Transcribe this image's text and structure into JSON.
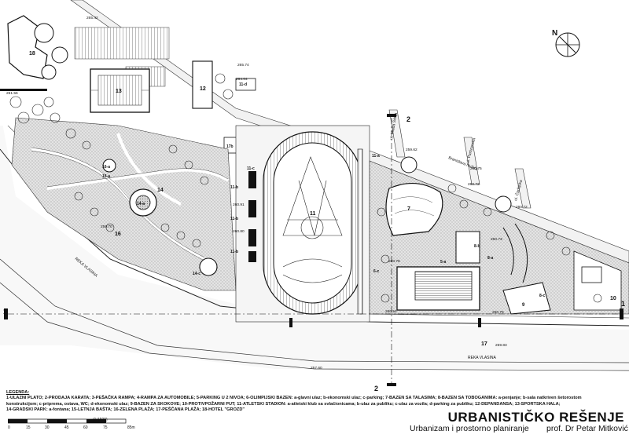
{
  "plan": {
    "north_label": "N",
    "zones": {
      "z1_left": "1",
      "z1_right": "1",
      "z2_top": "2",
      "z2_bottom": "2",
      "z7": "7",
      "z11": "11",
      "z12": "12",
      "z13": "13",
      "z16": "16",
      "z17": "17",
      "z18": "18",
      "z10": "10",
      "z14": "14",
      "z14a": "14-a",
      "z16a": "16-a",
      "z16a2": "16-a",
      "z14c": "14-c",
      "z11a": "11-a",
      "z11b1": "11-b",
      "z11b2": "11-b",
      "z11b3": "11-b",
      "z11c": "11-c",
      "z11d": "11-d",
      "z6c": "6-c",
      "z8a": "8-a",
      "z8b": "8-b",
      "z8c": "8-c",
      "z9": "9",
      "z5a": "5-a",
      "z17b": "17b"
    },
    "elevations": [
      "265.42",
      "265.74",
      "264.04",
      "261.56",
      "260.91",
      "260.80",
      "259.70",
      "259.62",
      "260.75",
      "260.72",
      "260.72",
      "260.73",
      "260.78",
      "260.54",
      "260.75",
      "259.83",
      "257.60"
    ],
    "streets": {
      "river_left": "REKA VLASINA",
      "river_bottom": "REKA VLASINA",
      "street_1": "ul. Mlada Srbija",
      "street_2": "ul. Partizanska",
      "street_3": "Branislava Nušića",
      "street_4": "ul. Čaršijska"
    }
  },
  "legend": {
    "heading": "LEGENDA:",
    "line1": "1-ULAZNI PLATO; 2-PRODAJA KARATA; 3-PEŠAČKA RAMPA; 4-RAMPA ZA AUTOMOBILE; 5-PARKING U 2 NIVOA; 6-OLIMPIJSKI BAZEN: a-glavni ulaz; b-ekonomski ulaz; c-parking; 7-BAZEN SA TALASIMA; 8-BAZEN SA TOBOGANIMA: a-penjanje; b-sala natkriven šetorostom",
    "line2": "konstrukcijom; c-priprema, ostava, WC; d-ekonomski ulaz; 9-BAZEN ZA SKOKOVE; 10-PROTIVPOŽARNI PUT; 11-ATLETSKI STADION: a-atletski klub sa svlačionicama; b-ulaz za publiku; c-ulaz za vozila; d-parking za publiku; 12-DEPANDANSA; 13-SPORTSKA HALA;",
    "line3": "14-GRADSKI PARK: a-fontana; 15-LETNJA BAŠTA; 16-ZELENA PLAŽA; 17-PEŠČANA PLAŽA; 18-HOTEL \"GROZD\""
  },
  "scale": {
    "ticks": [
      "0",
      "15",
      "30",
      "45",
      "60",
      "75"
    ],
    "ratio": "(1:1500)",
    "unit": "85m"
  },
  "title": "URBANISTIČKO REŠENJE",
  "subtitle": "Urbanizam i prostorno planiranje",
  "author": "prof. Dr Petar Mitković"
}
